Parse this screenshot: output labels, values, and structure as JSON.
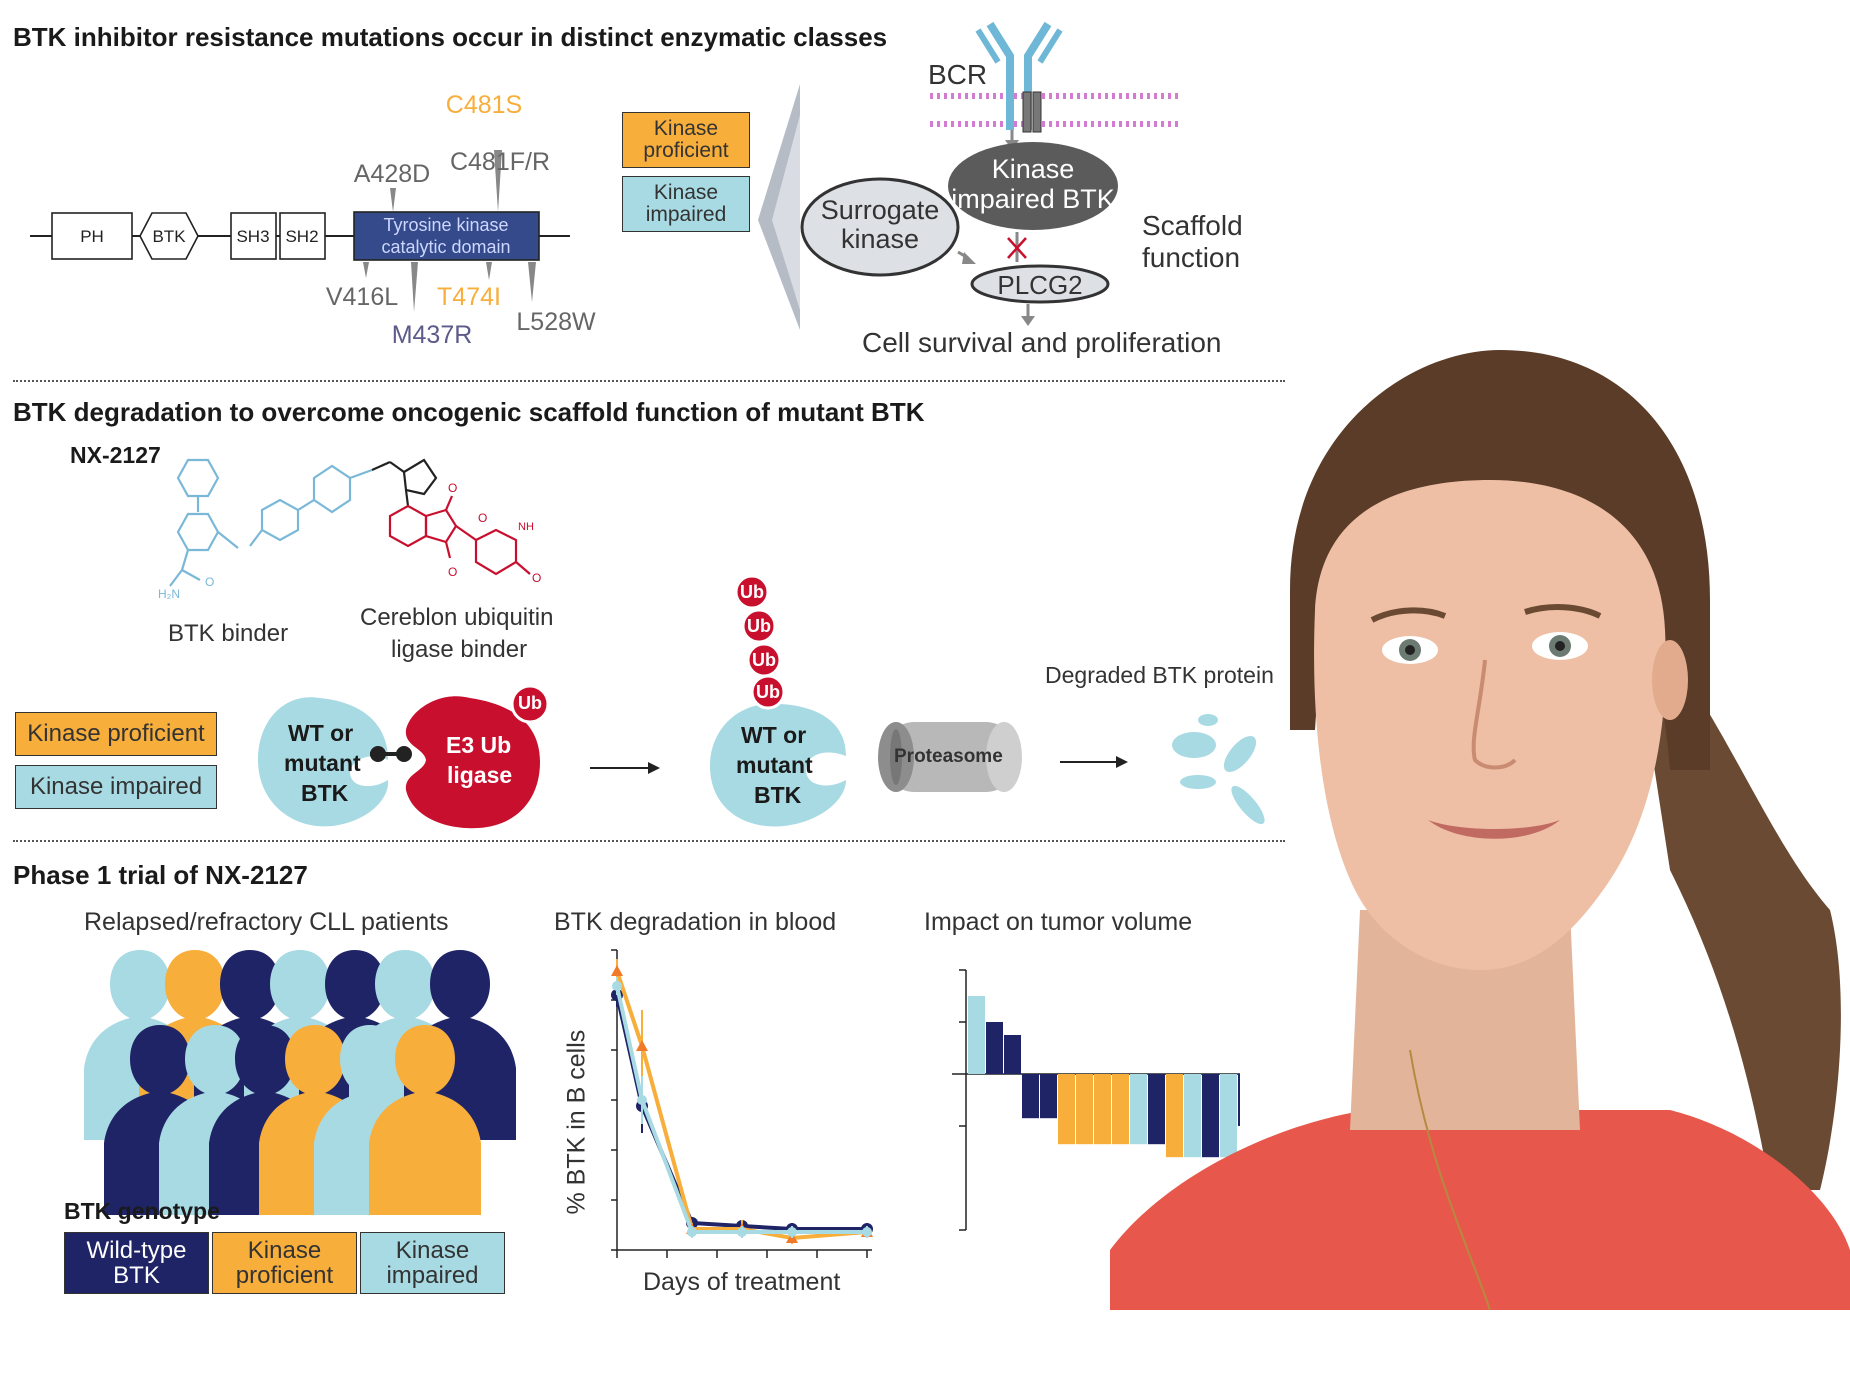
{
  "colors": {
    "navy": "#1f2466",
    "orange": "#f7ae3b",
    "lightblue": "#a8dae3",
    "red": "#c8102e",
    "kinase_domain": "#344a8a",
    "gray_mut": "#666666",
    "purple_mut": "#5b5a8a",
    "photo_shirt": "#e8574b"
  },
  "section1": {
    "title": "BTK inhibitor resistance mutations occur in distinct enzymatic classes",
    "domains": [
      "PH",
      "BTK",
      "SH3",
      "SH2"
    ],
    "kinase_domain": [
      "Tyrosine kinase",
      "catalytic domain"
    ],
    "mutations": {
      "c481s": "C481S",
      "a428d": "A428D",
      "c481fr": "C481F/R",
      "v416l": "V416L",
      "m437r": "M437R",
      "t474i": "T474I",
      "l528w": "L528W"
    },
    "legend": {
      "proficient": "Kinase proficient",
      "impaired": "Kinase impaired"
    },
    "pathway": {
      "bcr": "BCR",
      "kinase_impaired_btk": [
        "Kinase",
        "impaired BTK"
      ],
      "surrogate": [
        "Surrogate",
        "kinase"
      ],
      "plcg2": "PLCG2",
      "scaffold": [
        "Scaffold",
        "function"
      ],
      "survival": "Cell survival and proliferation"
    }
  },
  "section2": {
    "title": "BTK degradation to overcome oncogenic scaffold function of mutant BTK",
    "compound": "NX-2127",
    "btk_binder": "BTK binder",
    "cereblon": [
      "Cereblon ubiquitin",
      "ligase binder"
    ],
    "legend": {
      "proficient": "Kinase proficient",
      "impaired": "Kinase impaired"
    },
    "wt_mutant": [
      "WT or",
      "mutant",
      "BTK"
    ],
    "e3": [
      "E3 Ub",
      "ligase"
    ],
    "ub": "Ub",
    "proteasome": "Proteasome",
    "degraded": "Degraded BTK protein"
  },
  "section3": {
    "title": "Phase 1 trial of NX-2127",
    "patients_label": "Relapsed/refractory CLL patients",
    "genotype_label": "BTK genotype",
    "genotype": {
      "wt": [
        "Wild-type",
        "BTK"
      ],
      "proficient": [
        "Kinase",
        "proficient"
      ],
      "impaired": [
        "Kinase",
        "impaired"
      ]
    }
  },
  "chart_data": [
    {
      "type": "line",
      "title": "BTK degradation in blood",
      "xlabel": "Days of treatment",
      "ylabel": "% BTK in B cells",
      "x": [
        0,
        1,
        3,
        5,
        7,
        10
      ],
      "series": [
        {
          "color": "#1f2466",
          "values": [
            85,
            48,
            9,
            8,
            7,
            7
          ],
          "err": [
            4,
            9,
            2,
            2,
            2,
            2
          ]
        },
        {
          "color": "#f7ae3b",
          "values": [
            93,
            68,
            7,
            7,
            4,
            6
          ],
          "err": [
            4,
            12,
            2,
            3,
            2,
            2
          ]
        },
        {
          "color": "#a8dae3",
          "values": [
            88,
            50,
            6,
            6,
            6,
            6
          ],
          "err": [
            3,
            8,
            2,
            2,
            2,
            2
          ]
        }
      ]
    },
    {
      "type": "bar",
      "title": "Impact on tumor volume",
      "values": [
        30,
        20,
        15,
        -17,
        -17,
        -27,
        -27,
        -27,
        -27,
        -27,
        -27,
        -32,
        -32,
        -32,
        -32,
        -20
      ],
      "colors": [
        "#a8dae3",
        "#1f2466",
        "#1f2466",
        "#1f2466",
        "#1f2466",
        "#f7ae3b",
        "#f7ae3b",
        "#f7ae3b",
        "#f7ae3b",
        "#a8dae3",
        "#1f2466",
        "#f7ae3b",
        "#a8dae3",
        "#1f2466",
        "#a8dae3",
        "#1f2466"
      ],
      "ylim": [
        -60,
        40
      ]
    }
  ]
}
